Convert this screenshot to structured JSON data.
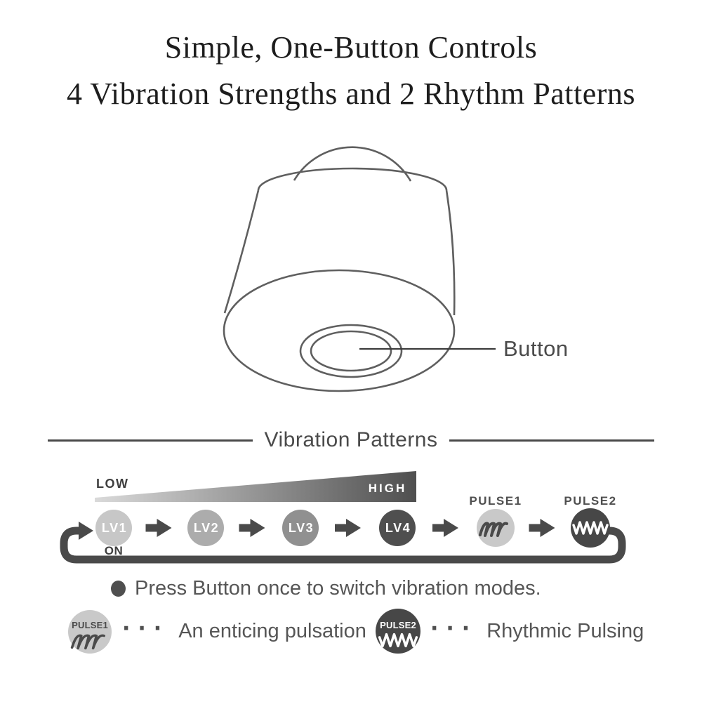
{
  "title": {
    "line1": "Simple, One-Button Controls",
    "line2": "4 Vibration Strengths and 2 Rhythm Patterns"
  },
  "device": {
    "button_label": "Button"
  },
  "section": {
    "heading": "Vibration Patterns"
  },
  "scale": {
    "low": "LOW",
    "high": "HIGH"
  },
  "sequence": {
    "on_label": "ON",
    "levels": [
      {
        "label": "LV1",
        "color": "#c7c7c7"
      },
      {
        "label": "LV2",
        "color": "#acacac"
      },
      {
        "label": "LV3",
        "color": "#909090"
      },
      {
        "label": "LV4",
        "color": "#4f4f4f"
      }
    ],
    "pulse1": {
      "label": "PULSE1",
      "color": "#c9c9c9"
    },
    "pulse2": {
      "label": "PULSE2",
      "color": "#474747"
    }
  },
  "instruction": {
    "text": "Press Button once to switch vibration modes."
  },
  "legend": {
    "pulse1": {
      "label": "PULSE1",
      "dots": "···",
      "text": "An enticing pulsation"
    },
    "pulse2": {
      "label": "PULSE2",
      "dots": "···",
      "text": "Rhythmic Pulsing"
    }
  },
  "colors": {
    "dark": "#4a4a4a",
    "text_gray": "#565656",
    "outline_gray": "#5f5f5f",
    "title_black": "#1d1d1d",
    "wedge_start": "#dadada",
    "wedge_end": "#4f4f4f",
    "white": "#ffffff"
  }
}
